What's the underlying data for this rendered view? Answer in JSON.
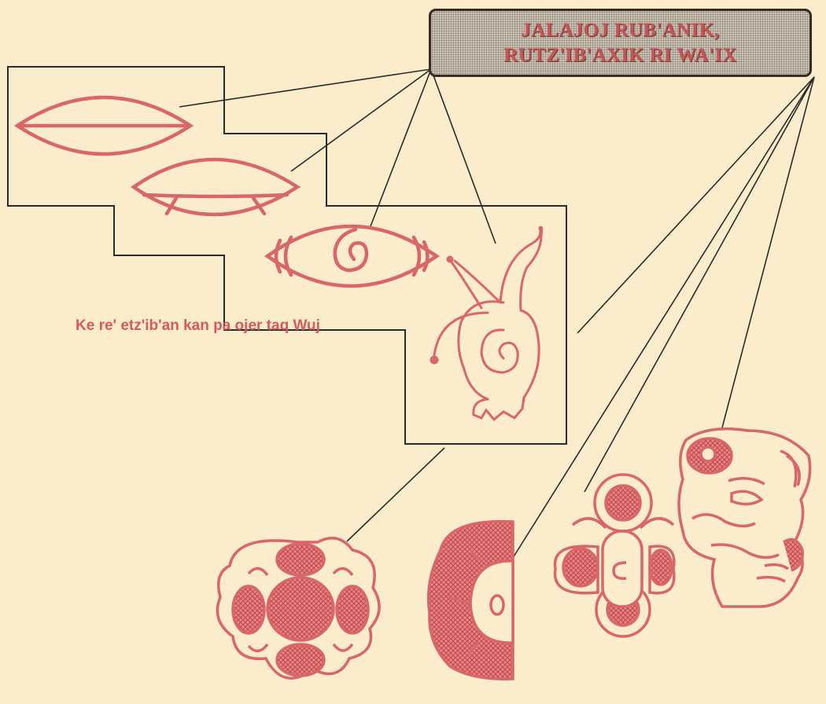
{
  "title": {
    "line1": "JALAJOJ RUB'ANIK,",
    "line2": "RUTZ'IB'AXIK RI WA'IX"
  },
  "caption": "Ke re' etz'ib'an kan pa ojer taq Wuj",
  "colors": {
    "glyph": "#d9666a",
    "line": "#2b2b2b",
    "background": "#fbeccb",
    "title_box": "#c9c2b2",
    "title_text": "#c95457"
  },
  "glyphs": [
    "eye-shape-split-icon",
    "eye-shape-lid-icon",
    "eye-shape-spiral-icon",
    "ik-sprout-glyph-icon",
    "four-petal-flower-glyph-icon",
    "half-flower-glyph-icon",
    "butterfly-glyph-icon",
    "deity-head-glyph-icon"
  ]
}
